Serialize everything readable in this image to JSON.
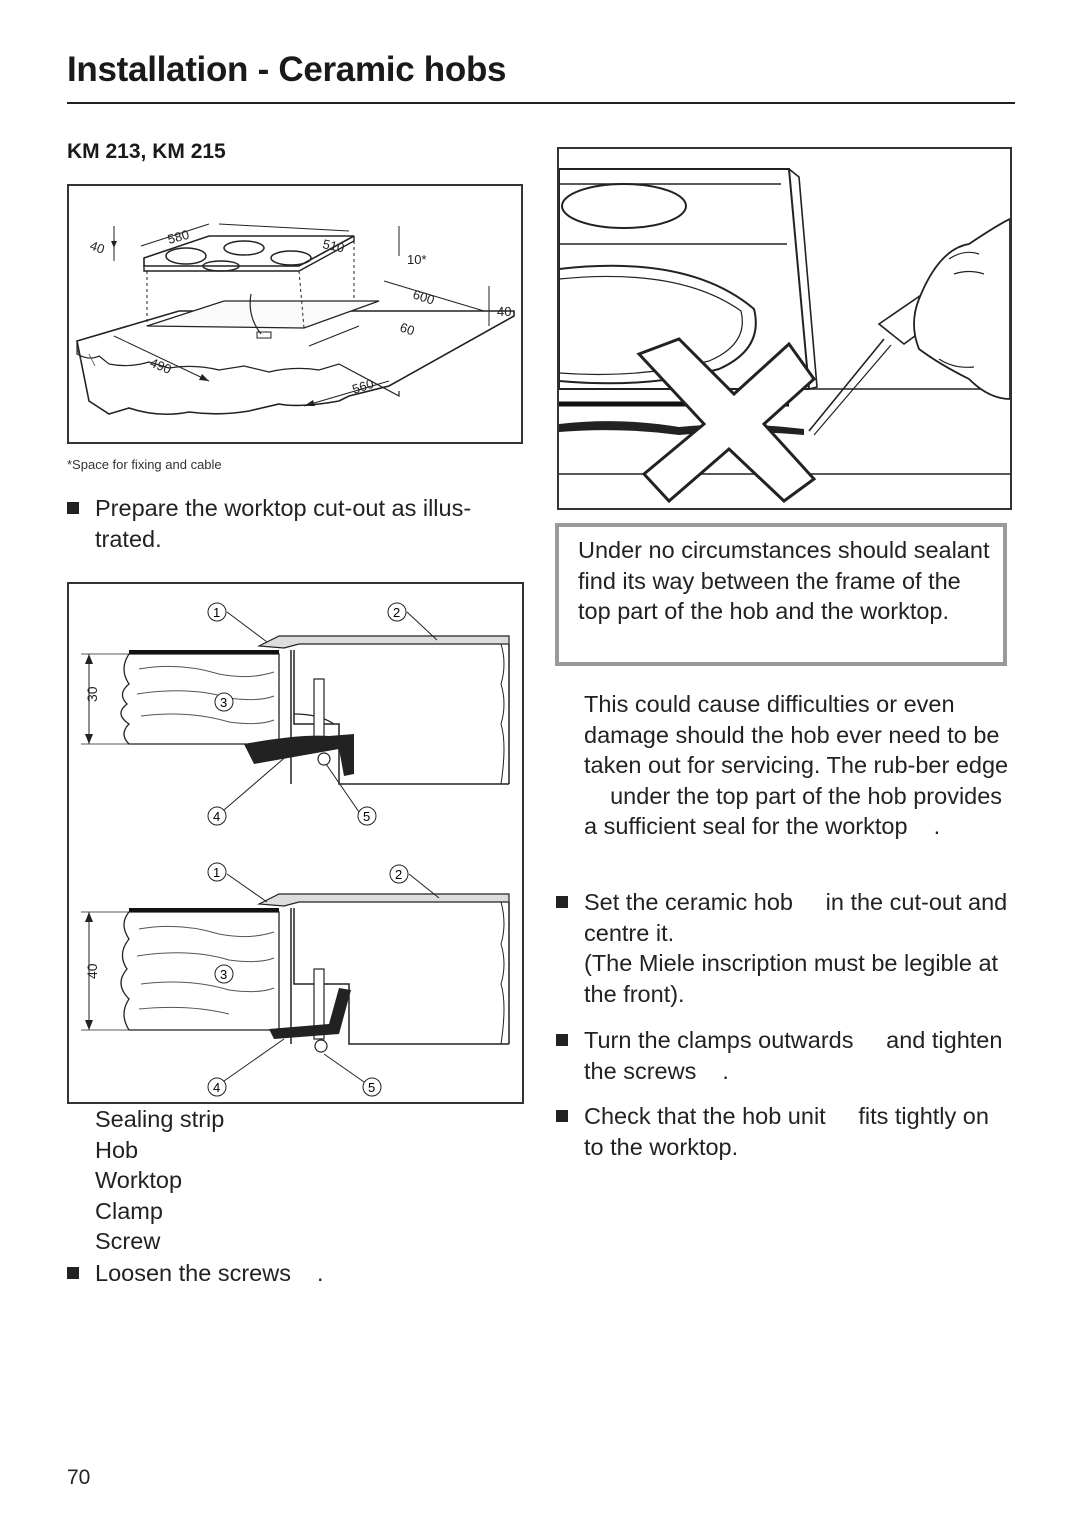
{
  "header": {
    "title": "Installation - Ceramic hobs"
  },
  "model": "KM 213, KM 215",
  "figure1": {
    "dimensions": {
      "d580": "580",
      "d510": "510",
      "d40a": "40",
      "d10": "10*",
      "d600": "600",
      "d40b": "40",
      "d60": "60",
      "d490": "490",
      "d560": "560"
    },
    "footnote": "*Space for fixing and cable"
  },
  "figure2": {
    "callouts": [
      "1",
      "2",
      "3",
      "4",
      "5"
    ],
    "depth_top": "30",
    "depth_bottom": "40"
  },
  "left_column": {
    "prepare": "Prepare the worktop cut-out as illus-trated.",
    "legend": [
      "Sealing strip",
      "Hob",
      "Worktop",
      "Clamp",
      "Screw"
    ],
    "loosen": "Loosen the screws    ."
  },
  "warning": {
    "text": "Under no circumstances should sealant find its way between the frame of the top part of the hob and the worktop."
  },
  "right_column": {
    "cause": "This could cause difficulties or even damage should the hob ever need to be taken out for servicing. The rub-ber edge     under the top part of the hob provides a sufficient seal for the worktop    .",
    "set_hob": "Set the ceramic hob     in the cut-out and centre it.",
    "miele_note": "(The Miele inscription must be legible at the front).",
    "turn_clamps": "Turn the clamps outwards     and tighten the screws    .",
    "check": "Check that the hob unit     fits tightly on to the worktop."
  },
  "footer": {
    "page_number": "70"
  }
}
